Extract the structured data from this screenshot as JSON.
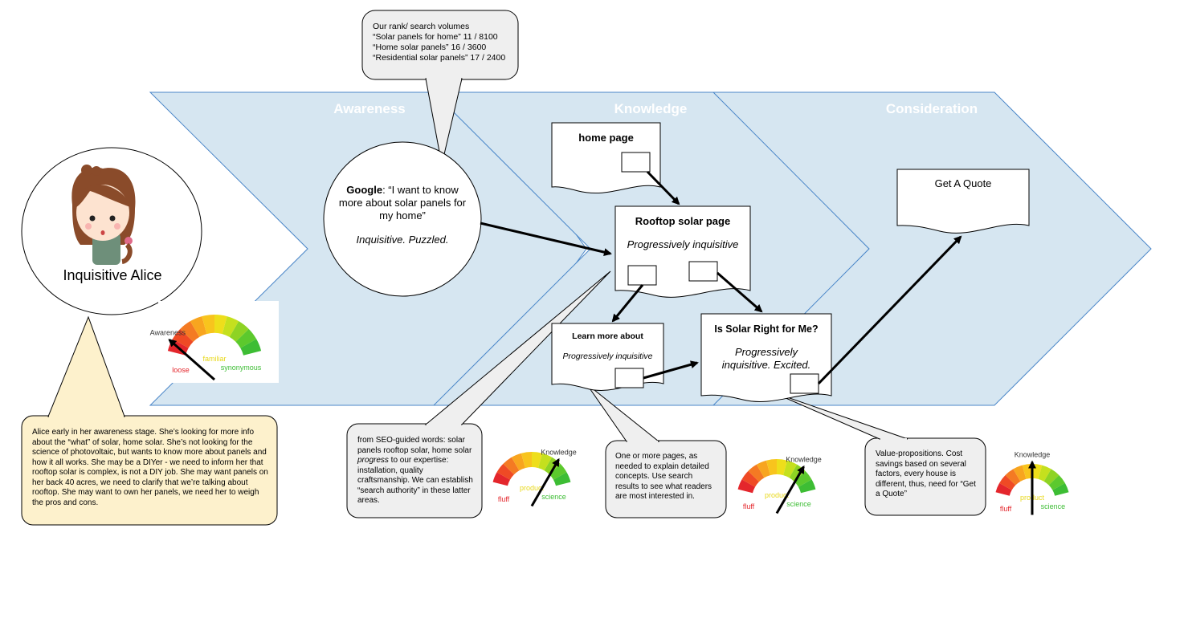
{
  "stages": [
    "Awareness",
    "Knowledge",
    "Consideration"
  ],
  "persona": {
    "name": "Inquisitive Alice",
    "avatar": "girl-avatar"
  },
  "top_callout": {
    "lines": [
      "Our rank/ search volumes",
      "“Solar panels for home” 11 / 8100",
      "“Home solar panels” 16 /  3600",
      "“Residential solar panels” 17 / 2400"
    ]
  },
  "google_bubble": {
    "bold": "Google",
    "quote": ": “I want to know more about solar panels for my home”",
    "mood": "Inquisitive. Puzzled."
  },
  "pages": {
    "home": {
      "title": "home page"
    },
    "rooftop": {
      "title": "Rooftop solar page",
      "subtitle": "Progressively inquisitive"
    },
    "learn": {
      "title": "Learn more about",
      "subtitle": "Progressively inquisitive"
    },
    "right_for_me": {
      "title": "Is Solar Right for Me?",
      "subtitle": "Progressively inquisitive. Excited."
    },
    "quote": {
      "title": "Get A Quote"
    }
  },
  "gauges": {
    "awareness": {
      "label": "Awareness",
      "left": "loose",
      "middle": "familiar",
      "right": "synonymous",
      "level": 0.15
    },
    "knowledge_1": {
      "label": "Knowledge",
      "left": "fluff",
      "middle": "product",
      "right": "science",
      "level": 0.72
    },
    "knowledge_2": {
      "label": "Knowledge",
      "left": "fluff",
      "middle": "product",
      "right": "science",
      "level": 0.72
    },
    "knowledge_3": {
      "label": "Knowledge",
      "left": "fluff",
      "middle": "product",
      "right": "science",
      "level": 0.5
    }
  },
  "notes": {
    "alice": "Alice early in her awareness stage. She’s looking for more info about the “what” of solar, home solar. She’s not looking for the science of photovoltaic, but wants to know more about panels and how it all works. She may be a DIYer - we need to inform her that rooftop solar is complex, is not a DIY job. She may want panels on her back 40 acres, we need to clarify that we’re talking about rooftop. She may want to own her panels, we need her to weigh the pros and cons.",
    "seo_pre": "from SEO-guided words: solar panels rooftop solar, home solar ",
    "seo_em": "progress",
    "seo_post": " to our expertise: installation, quality craftsmanship. We can establish “search authority” in these latter areas.",
    "pages": "One or more pages, as needed to explain detailed concepts. Use search results to see what readers are most interested in.",
    "value": "Value-propositions. Cost savings based on several factors, every house is different, thus, need for “Get a Quote”"
  },
  "colors": {
    "chevron_fill": "#d6e6f1",
    "chevron_stroke": "#4a86c8",
    "callout_gray": "#efefef",
    "note_yellow": "#fdf1cc"
  }
}
